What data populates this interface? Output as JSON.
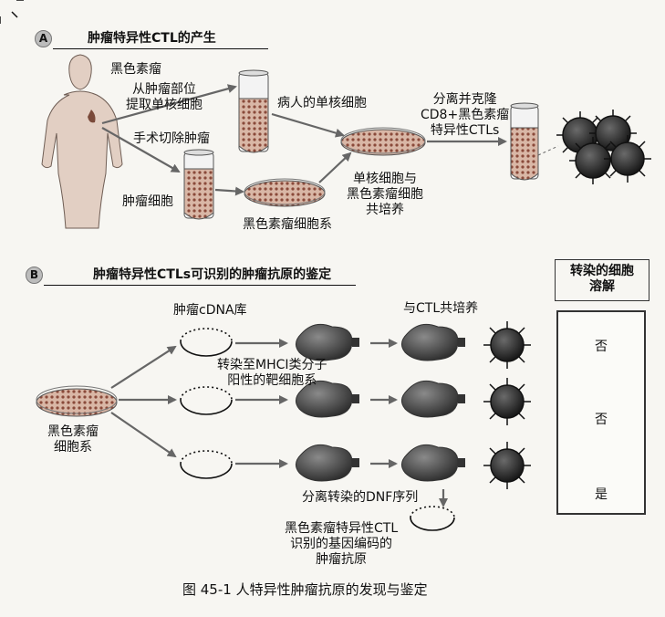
{
  "panel_a": {
    "badge": "A",
    "title": "肿瘤特异性CTL的产生",
    "label_melanoma": "黑色素瘤",
    "label_extract": "从肿瘤部位\n提取单核细胞",
    "label_surgery": "手术切除肿瘤",
    "label_tumor_cells": "肿瘤细胞",
    "label_patient_mono": "病人的单核细胞",
    "label_isolate": "分离并克隆\nCD8+黑色素瘤\n特异性CTLs",
    "label_coculture": "单核细胞与\n黑色素瘤细胞\n共培养",
    "label_cell_line": "黑色素瘤细胞系"
  },
  "panel_b": {
    "badge": "B",
    "title": "肿瘤特异性CTLs可识别的肿瘤抗原的鉴定",
    "label_cdna": "肿瘤cDNA库",
    "label_coculture_ctl": "与CTL共培养",
    "label_transfect": "转染至MHCⅠ类分子\n阳性的靶细胞系",
    "label_cell_line": "黑色素瘤\n细胞系",
    "label_isolate_dnf": "分离转染的DNF序列",
    "label_gene": "黑色素瘤特异性CTL\n识别的基因编码的\n肿瘤抗原",
    "lysis_header": "转染的细胞\n溶解",
    "lysis_results": [
      "否",
      "否",
      "是"
    ]
  },
  "caption": "图 45-1   人特异性肿瘤抗原的发现与鉴定"
}
